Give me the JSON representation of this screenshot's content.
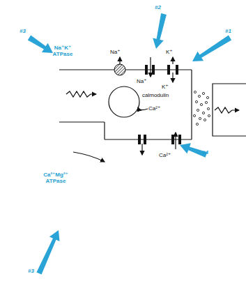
{
  "diagram": {
    "labels": [
      "#3",
      "Na⁺K⁺ ATPase",
      "#2",
      "Na⁺",
      "K⁺",
      "#1",
      "Na⁺",
      "K⁺",
      "calmodulin",
      "Ca²⁺",
      "#4",
      "Ca²⁺Mg²⁺ ATPase",
      "Ca²⁺",
      "#3"
    ]
  }
}
